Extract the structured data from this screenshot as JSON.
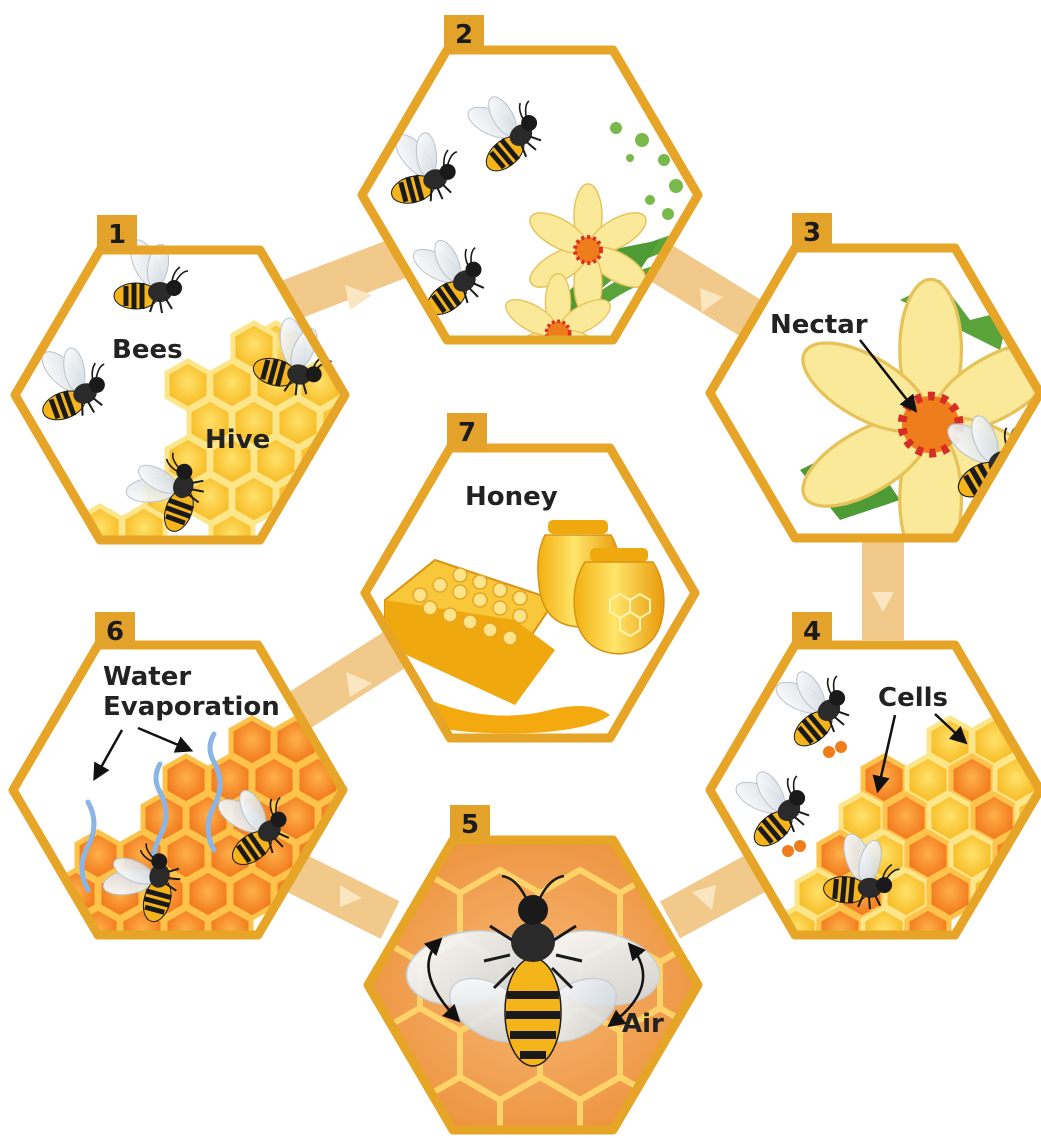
{
  "colors": {
    "frame": "#e6a526",
    "frame_dark": "#d99312",
    "connector": "#f1c98a",
    "arrow_tip": "#fbe6c2",
    "number_tag": "#e3a32a",
    "honey_light": "#ffd23a",
    "honey_dark": "#f5a30e",
    "honey_orange": "#f07d1c",
    "cell_orange": "#f57f1f",
    "flower_petal": "#fbe99a",
    "leaf_green": "#5aa23a",
    "bee_yellow": "#f4b41a",
    "bee_black": "#1a1a1a",
    "wing": "#e9eef2",
    "vapor": "#8ab5e6"
  },
  "steps": [
    {
      "number": "1",
      "labels": [
        "Bees",
        "Hive"
      ]
    },
    {
      "number": "2",
      "labels": []
    },
    {
      "number": "3",
      "labels": [
        "Nectar"
      ]
    },
    {
      "number": "4",
      "labels": [
        "Cells"
      ]
    },
    {
      "number": "5",
      "labels": [
        "Air"
      ]
    },
    {
      "number": "6",
      "labels": [
        "Water",
        "Evaporation"
      ]
    },
    {
      "number": "7",
      "labels": [
        "Honey"
      ]
    }
  ],
  "icons": [
    "bee-icon",
    "flower-icon",
    "honeycomb-icon",
    "honey-jar-icon",
    "vapor-icon",
    "arrow-icon"
  ]
}
